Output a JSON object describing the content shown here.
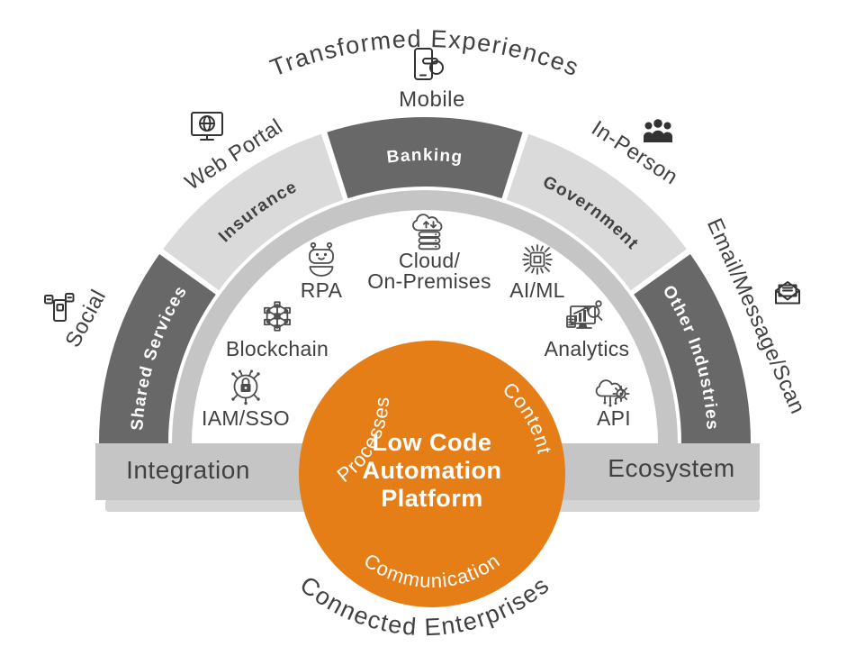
{
  "top_title": "Transformed Experiences",
  "bottom_title": "Connected Enterprises",
  "channels": {
    "mobile": "Mobile",
    "web_portal": "Web Portal",
    "in_person": "In-Person",
    "social": "Social",
    "email": "Email/Message/Scan"
  },
  "industries": {
    "shared_services": "Shared Services",
    "insurance": "Insurance",
    "banking": "Banking",
    "government": "Government",
    "other_industries": "Other Industries"
  },
  "capabilities": {
    "rpa": "RPA",
    "cloud_line1": "Cloud/",
    "cloud_line2": "On-Premises",
    "aiml": "AI/ML",
    "blockchain": "Blockchain",
    "analytics": "Analytics",
    "iam_sso": "IAM/SSO",
    "api": "API"
  },
  "foundation": {
    "integration": "Integration",
    "ecosystem": "Ecosystem"
  },
  "platform": {
    "line1": "Low Code",
    "line2": "Automation",
    "line3": "Platform",
    "processes": "Processes",
    "content": "Content",
    "communication": "Communication"
  },
  "colors": {
    "orange": "#E67E17",
    "segment_dark": "#686868",
    "segment_light": "#DADADA",
    "ring_gray": "#C5C5C5",
    "text": "#414042"
  }
}
